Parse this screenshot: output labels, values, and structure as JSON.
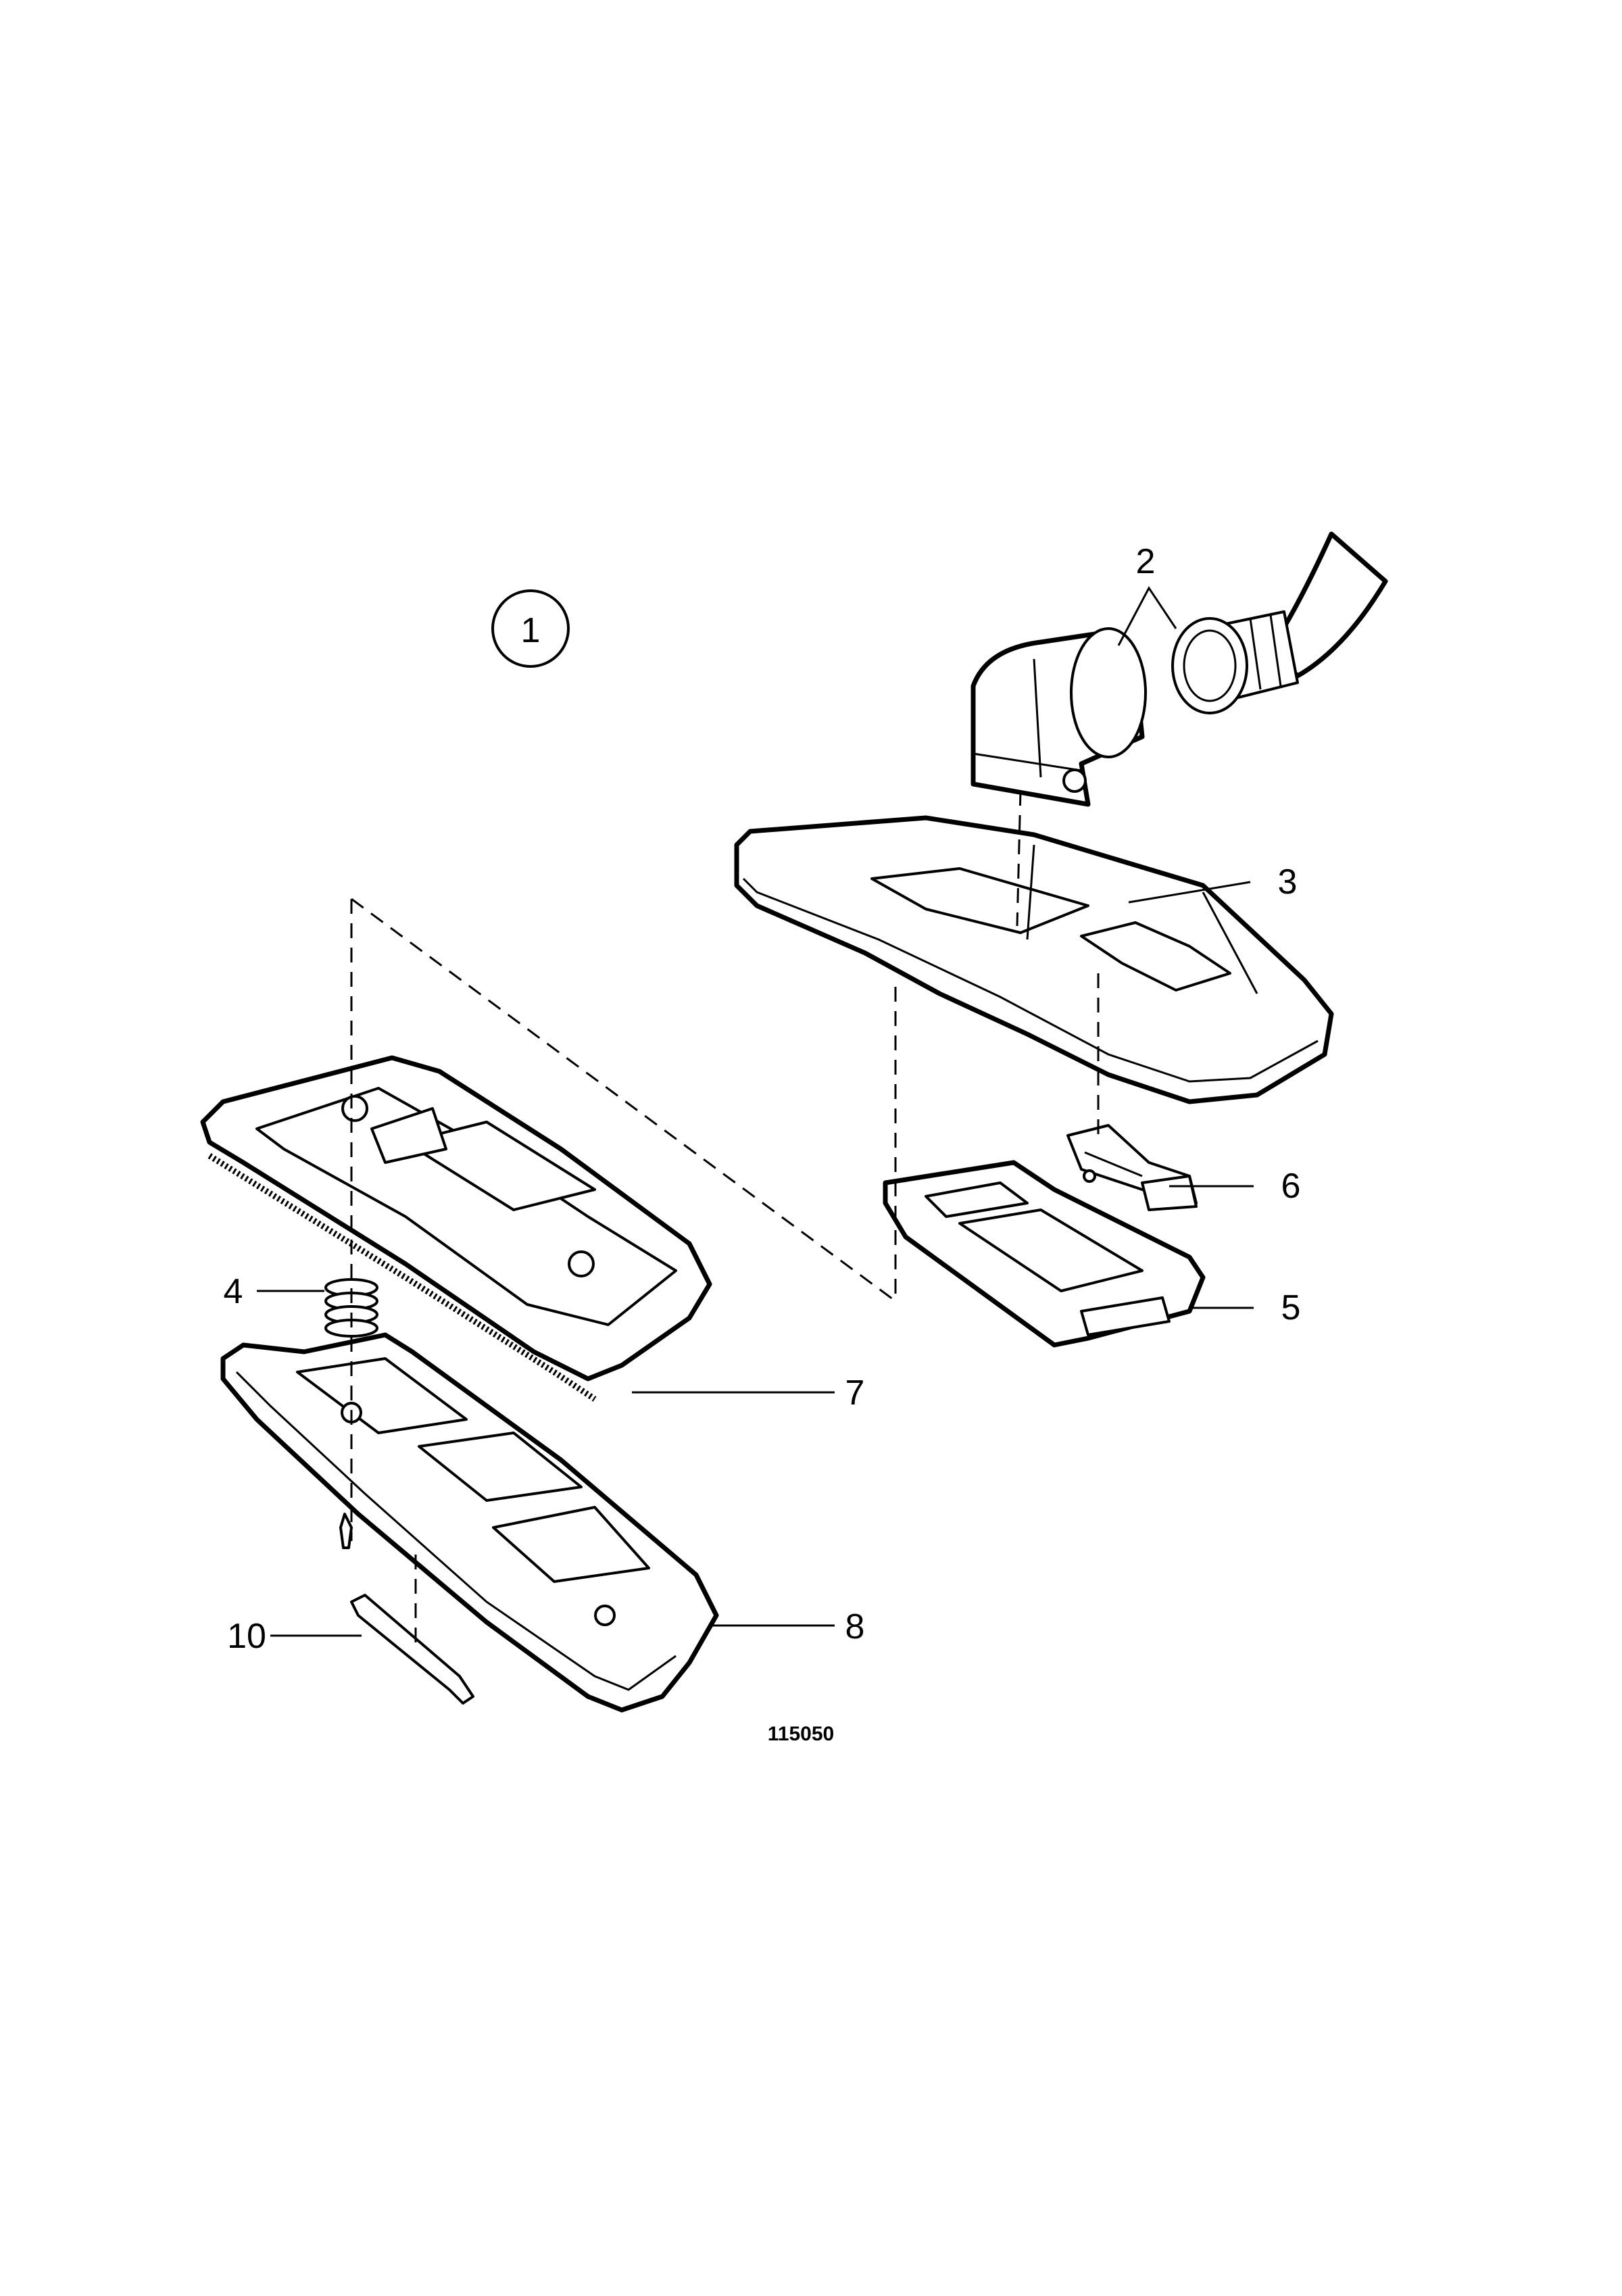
{
  "figure": {
    "view_number": "1",
    "drawing_number": "115050"
  },
  "callouts": {
    "c2": "2",
    "c3": "3",
    "c4": "4",
    "c5": "5",
    "c6": "6",
    "c7": "7",
    "c8": "8",
    "c10": "10"
  }
}
